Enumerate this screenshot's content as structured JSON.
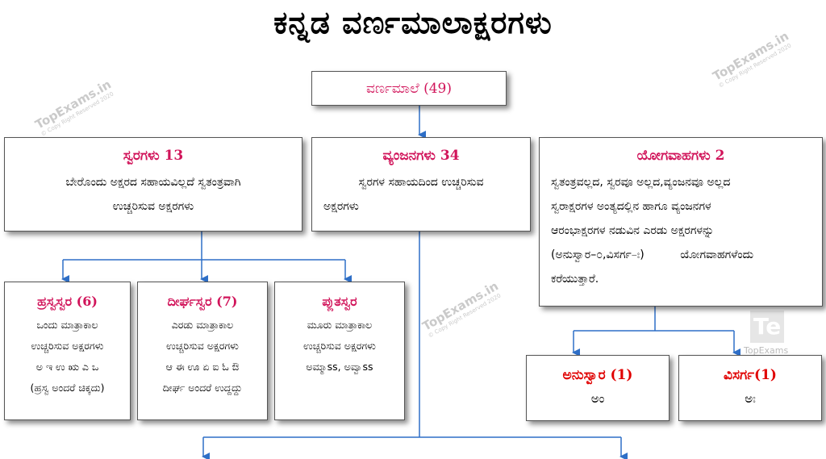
{
  "title": "ಕನ್ನಡ  ವರ್ಣಮಾಲಾಕ್ಷರಗಳು",
  "root": {
    "label": "ವರ್ಣಮಾಲೆ (49)"
  },
  "swara": {
    "title": "ಸ್ವರಗಳು 13",
    "lines": [
      "ಬೇರೊಂದು ಅಕ್ಷರದ ಸಹಾಯವಿಲ್ಲದೆ ಸ್ವತಂತ್ರವಾಗಿ",
      "ಉಚ್ಚರಿಸುವ ಅಕ್ಷರಗಳು"
    ]
  },
  "vyanjana": {
    "title": "ವ್ಯಂಜನಗಳು 34",
    "lines": [
      "ಸ್ವರಗಳ ಸಹಾಯದಿಂದ ಉಚ್ಚರಿಸುವ",
      "ಅಕ್ಷರಗಳು"
    ]
  },
  "yogavaha": {
    "title": "ಯೋಗವಾಹಗಳು 2",
    "lines": [
      "ಸ್ವತಂತ್ರವಲ್ಲದ, ಸ್ವರವೂ ಅಲ್ಲದ,ವ್ಯಂಜನವೂ ಅಲ್ಲದ",
      "ಸ್ವರಾಕ್ಷರಗಳ ಅಂತ್ಯದಲ್ಲಿನ ಹಾಗೂ ವ್ಯಂಜನಗಳ",
      "ಆರಂಭಾಕ್ಷರಗಳ ನಡುವಿನ ಎರಡು ಅಕ್ಷರಗಳನ್ನು",
      "(ಅನುಸ್ವಾರ–೦,ವಿಸರ್ಗ–ಃ)          ಯೋಗವಾಹಗಳೆಂದು",
      "ಕರೆಯುತ್ತಾರೆ."
    ]
  },
  "hrasva": {
    "title": "ಹ್ರಸ್ವಸ್ವರ (6)",
    "lines": [
      "ಒಂದು ಮಾತ್ರಾಕಾಲ",
      "ಉಚ್ಚರಿಸುವ ಅಕ್ಷರಗಳು",
      "ಅ ಇ ಉ ಋ ಎ ಒ",
      "(ಹ್ರಸ್ವ ಅಂದರೆ ಚಿಕ್ಕದು)"
    ]
  },
  "deergha": {
    "title": "ದೀರ್ಘಸ್ವರ (7)",
    "lines": [
      "ಎರಡು ಮಾತ್ರಾಕಾಲ",
      "ಉಚ್ಚರಿಸುವ ಅಕ್ಷರಗಳು",
      "ಆ ಈ ಊ ಏ ಐ ಓ ಔ",
      "ದೀರ್ಘ ಅಂದರೆ ಉದ್ದದ್ದು"
    ]
  },
  "pluta": {
    "title": "ಪ್ಲುತಸ್ವರ",
    "lines": [
      "ಮೂರು ಮಾತ್ರಾಕಾಲ",
      "ಉಚ್ಚರಿಸುವ ಅಕ್ಷರಗಳು",
      "ಅಮ್ಮಾss, ಅವ್ವಾss"
    ]
  },
  "anusvara": {
    "title": "ಅನುಸ್ವಾರ (1)",
    "symbol": "ಅಂ"
  },
  "visarga": {
    "title": "ವಿಸರ್ಗ(1)",
    "symbol": "ಅಃ"
  },
  "watermark": {
    "text": "TopExams.in",
    "sub": "© Copy Right Reserved 2020"
  },
  "logo": {
    "mark": "Te",
    "label": "TopExams"
  },
  "colors": {
    "title_pink": "#d1145a",
    "title_red": "#e00000",
    "connector": "#2e6fc7"
  }
}
